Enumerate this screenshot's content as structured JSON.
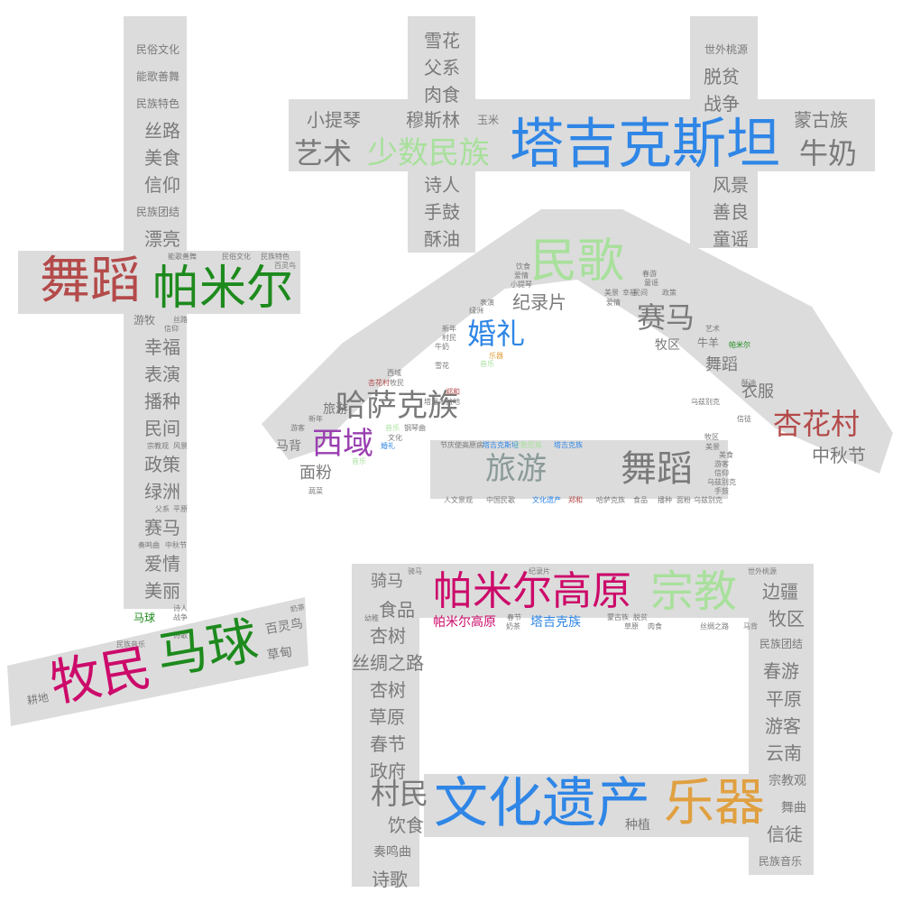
{
  "palette": {
    "gray": "#7a7a7a",
    "shape": "#dcdcdc",
    "blue": "#2f86e6",
    "green": "#1d8a1d",
    "red": "#b44a4a",
    "magenta": "#cc0a6a",
    "purple": "#9a3fb0",
    "lightgreen": "#a8e09c",
    "orange": "#e0a040",
    "teal": "#8a9a98"
  },
  "words": [
    {
      "text": "塔吉克斯坦",
      "color": "blue"
    },
    {
      "text": "少数民族",
      "color": "lightgreen"
    },
    {
      "text": "艺术",
      "color": "gray"
    },
    {
      "text": "牛奶",
      "color": "gray"
    },
    {
      "text": "小提琴",
      "color": "gray"
    },
    {
      "text": "穆斯林",
      "color": "gray"
    },
    {
      "text": "玉米",
      "color": "gray"
    },
    {
      "text": "蒙古族",
      "color": "gray"
    },
    {
      "text": "雪花",
      "color": "gray"
    },
    {
      "text": "父系",
      "color": "gray"
    },
    {
      "text": "肉食",
      "color": "gray"
    },
    {
      "text": "诗人",
      "color": "gray"
    },
    {
      "text": "手鼓",
      "color": "gray"
    },
    {
      "text": "酥油",
      "color": "gray"
    },
    {
      "text": "世外桃源",
      "color": "gray"
    },
    {
      "text": "脱贫",
      "color": "gray"
    },
    {
      "text": "战争",
      "color": "gray"
    },
    {
      "text": "风景",
      "color": "gray"
    },
    {
      "text": "善良",
      "color": "gray"
    },
    {
      "text": "童谣",
      "color": "gray"
    },
    {
      "text": "民俗文化",
      "color": "gray"
    },
    {
      "text": "能歌善舞",
      "color": "gray"
    },
    {
      "text": "民族特色",
      "color": "gray"
    },
    {
      "text": "丝路",
      "color": "gray"
    },
    {
      "text": "美食",
      "color": "gray"
    },
    {
      "text": "信仰",
      "color": "gray"
    },
    {
      "text": "民族团结",
      "color": "gray"
    },
    {
      "text": "漂亮",
      "color": "gray"
    },
    {
      "text": "舞蹈",
      "color": "red"
    },
    {
      "text": "帕米尔",
      "color": "green"
    },
    {
      "text": "民俗文化",
      "color": "gray"
    },
    {
      "text": "民族特色",
      "color": "gray"
    },
    {
      "text": "百灵鸟",
      "color": "gray"
    },
    {
      "text": "能歌善舞",
      "color": "gray"
    },
    {
      "text": "游牧",
      "color": "gray"
    },
    {
      "text": "丝路",
      "color": "gray"
    },
    {
      "text": "信仰",
      "color": "gray"
    },
    {
      "text": "幸福",
      "color": "gray"
    },
    {
      "text": "表演",
      "color": "gray"
    },
    {
      "text": "播种",
      "color": "gray"
    },
    {
      "text": "民间",
      "color": "gray"
    },
    {
      "text": "宗教观",
      "color": "gray"
    },
    {
      "text": "风景",
      "color": "gray"
    },
    {
      "text": "政策",
      "color": "gray"
    },
    {
      "text": "绿洲",
      "color": "gray"
    },
    {
      "text": "父系",
      "color": "gray"
    },
    {
      "text": "平原",
      "color": "gray"
    },
    {
      "text": "赛马",
      "color": "gray"
    },
    {
      "text": "奏鸣曲",
      "color": "gray"
    },
    {
      "text": "中秋节",
      "color": "gray"
    },
    {
      "text": "爱情",
      "color": "gray"
    },
    {
      "text": "美丽",
      "color": "gray"
    },
    {
      "text": "诗人",
      "color": "gray"
    },
    {
      "text": "马球",
      "color": "green"
    },
    {
      "text": "战争",
      "color": "gray"
    },
    {
      "text": "奶茶",
      "color": "gray"
    },
    {
      "text": "百灵鸟",
      "color": "gray"
    },
    {
      "text": "诗歌",
      "color": "gray"
    },
    {
      "text": "民族音乐",
      "color": "gray"
    },
    {
      "text": "草甸",
      "color": "gray"
    },
    {
      "text": "牧民",
      "color": "magenta"
    },
    {
      "text": "马球",
      "color": "green"
    },
    {
      "text": "耕地",
      "color": "gray"
    },
    {
      "text": "民歌",
      "color": "lightgreen"
    },
    {
      "text": "饮食",
      "color": "gray"
    },
    {
      "text": "爱情",
      "color": "gray"
    },
    {
      "text": "小提琴",
      "color": "gray"
    },
    {
      "text": "春游",
      "color": "gray"
    },
    {
      "text": "童谣",
      "color": "gray"
    },
    {
      "text": "美景",
      "color": "gray"
    },
    {
      "text": "幸福",
      "color": "gray"
    },
    {
      "text": "纪录片",
      "color": "gray"
    },
    {
      "text": "表演",
      "color": "gray"
    },
    {
      "text": "爱情",
      "color": "gray"
    },
    {
      "text": "民间",
      "color": "gray"
    },
    {
      "text": "政策",
      "color": "gray"
    },
    {
      "text": "绿洲",
      "color": "gray"
    },
    {
      "text": "赛马",
      "color": "gray"
    },
    {
      "text": "婚礼",
      "color": "blue"
    },
    {
      "text": "新年",
      "color": "gray"
    },
    {
      "text": "村民",
      "color": "gray"
    },
    {
      "text": "牛奶",
      "color": "gray"
    },
    {
      "text": "艺术",
      "color": "gray"
    },
    {
      "text": "牧区",
      "color": "gray"
    },
    {
      "text": "牛羊",
      "color": "gray"
    },
    {
      "text": "帕米尔",
      "color": "green"
    },
    {
      "text": "雪花",
      "color": "gray"
    },
    {
      "text": "音乐",
      "color": "lightgreen"
    },
    {
      "text": "乐器",
      "color": "orange"
    },
    {
      "text": "西域",
      "color": "gray"
    },
    {
      "text": "杏花村",
      "color": "red"
    },
    {
      "text": "牧民",
      "color": "gray"
    },
    {
      "text": "舞蹈",
      "color": "gray"
    },
    {
      "text": "哈萨克族",
      "color": "gray"
    },
    {
      "text": "郑和",
      "color": "red"
    },
    {
      "text": "塔里木盆地",
      "color": "gray"
    },
    {
      "text": "旅游",
      "color": "gray"
    },
    {
      "text": "衣服",
      "color": "gray"
    },
    {
      "text": "乌兹别克",
      "color": "gray"
    },
    {
      "text": "酥油",
      "color": "gray"
    },
    {
      "text": "信徒",
      "color": "gray"
    },
    {
      "text": "游客",
      "color": "gray"
    },
    {
      "text": "新年",
      "color": "gray"
    },
    {
      "text": "音乐",
      "color": "lightgreen"
    },
    {
      "text": "钢琴曲",
      "color": "gray"
    },
    {
      "text": "文化",
      "color": "gray"
    },
    {
      "text": "杏花村",
      "color": "red"
    },
    {
      "text": "西域",
      "color": "purple"
    },
    {
      "text": "美景",
      "color": "gray"
    },
    {
      "text": "中秋节",
      "color": "gray"
    },
    {
      "text": "马背",
      "color": "gray"
    },
    {
      "text": "面粉",
      "color": "gray"
    },
    {
      "text": "音乐",
      "color": "lightgreen"
    },
    {
      "text": "婚礼",
      "color": "blue"
    },
    {
      "text": "蔬菜",
      "color": "gray"
    },
    {
      "text": "节庆使",
      "color": "gray"
    },
    {
      "text": "高原病",
      "color": "gray"
    },
    {
      "text": "塔吉克斯坦",
      "color": "blue"
    },
    {
      "text": "少数民族",
      "color": "lightgreen"
    },
    {
      "text": "塔吉克族",
      "color": "blue"
    },
    {
      "text": "旅游",
      "color": "teal"
    },
    {
      "text": "舞蹈",
      "color": "gray"
    },
    {
      "text": "牧区",
      "color": "gray"
    },
    {
      "text": "美食",
      "color": "gray"
    },
    {
      "text": "游客",
      "color": "gray"
    },
    {
      "text": "信仰",
      "color": "gray"
    },
    {
      "text": "乌兹别克",
      "color": "gray"
    },
    {
      "text": "手鼓",
      "color": "gray"
    },
    {
      "text": "人文景观",
      "color": "gray"
    },
    {
      "text": "中国民歌",
      "color": "gray"
    },
    {
      "text": "文化遗产",
      "color": "blue"
    },
    {
      "text": "郑和",
      "color": "red"
    },
    {
      "text": "哈萨克族",
      "color": "gray"
    },
    {
      "text": "食品",
      "color": "gray"
    },
    {
      "text": "播种",
      "color": "gray"
    },
    {
      "text": "面粉",
      "color": "gray"
    },
    {
      "text": "乌兹别克",
      "color": "gray"
    },
    {
      "text": "骑马",
      "color": "gray"
    },
    {
      "text": "骑马",
      "color": "gray"
    },
    {
      "text": "纪录片",
      "color": "gray"
    },
    {
      "text": "世外桃源",
      "color": "gray"
    },
    {
      "text": "帕米尔高原",
      "color": "magenta"
    },
    {
      "text": "宗教",
      "color": "lightgreen"
    },
    {
      "text": "边疆",
      "color": "gray"
    },
    {
      "text": "食品",
      "color": "gray"
    },
    {
      "text": "牧区",
      "color": "gray"
    },
    {
      "text": "幼稚",
      "color": "gray"
    },
    {
      "text": "帕米尔高原",
      "color": "magenta"
    },
    {
      "text": "春节",
      "color": "gray"
    },
    {
      "text": "塔吉克族",
      "color": "blue"
    },
    {
      "text": "杏树",
      "color": "gray"
    },
    {
      "text": "蒙古族",
      "color": "gray"
    },
    {
      "text": "脱贫",
      "color": "gray"
    },
    {
      "text": "草原",
      "color": "gray"
    },
    {
      "text": "民族团结",
      "color": "gray"
    },
    {
      "text": "肉食",
      "color": "gray"
    },
    {
      "text": "丝绸之路",
      "color": "gray"
    },
    {
      "text": "马背",
      "color": "gray"
    },
    {
      "text": "丝绸之路",
      "color": "gray"
    },
    {
      "text": "奶茶",
      "color": "gray"
    },
    {
      "text": "春游",
      "color": "gray"
    },
    {
      "text": "杏树",
      "color": "gray"
    },
    {
      "text": "平原",
      "color": "gray"
    },
    {
      "text": "草原",
      "color": "gray"
    },
    {
      "text": "游客",
      "color": "gray"
    },
    {
      "text": "春节",
      "color": "gray"
    },
    {
      "text": "云南",
      "color": "gray"
    },
    {
      "text": "政府",
      "color": "gray"
    },
    {
      "text": "宗教观",
      "color": "gray"
    },
    {
      "text": "村民",
      "color": "gray"
    },
    {
      "text": "文化遗产",
      "color": "blue"
    },
    {
      "text": "乐器",
      "color": "orange"
    },
    {
      "text": "舞曲",
      "color": "gray"
    },
    {
      "text": "饮食",
      "color": "gray"
    },
    {
      "text": "种植",
      "color": "gray"
    },
    {
      "text": "信徒",
      "color": "gray"
    },
    {
      "text": "奏鸣曲",
      "color": "gray"
    },
    {
      "text": "民族音乐",
      "color": "gray"
    },
    {
      "text": "诗歌",
      "color": "gray"
    }
  ]
}
